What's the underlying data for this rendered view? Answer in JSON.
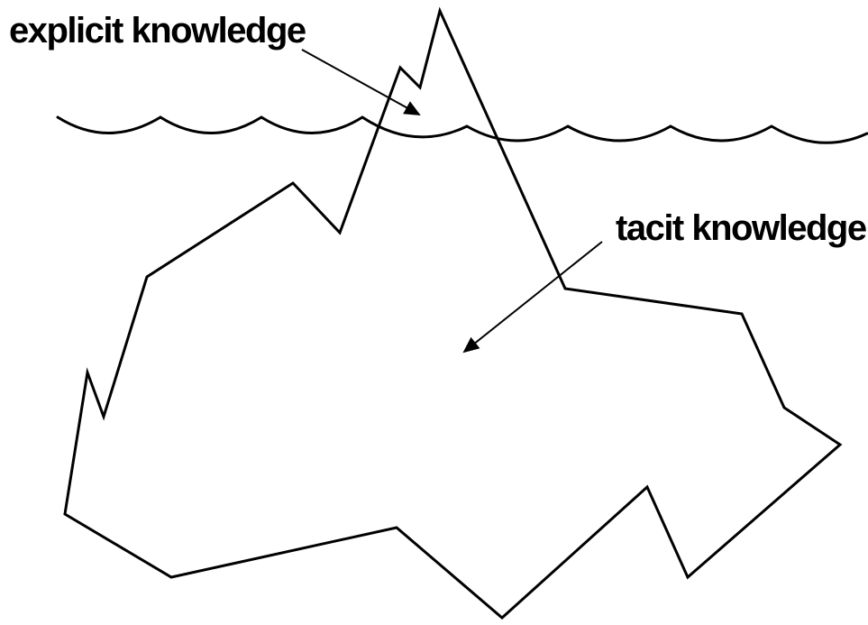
{
  "diagram": {
    "labels": {
      "explicit": "explicit knowledge",
      "tacit": "tacit knowledge"
    },
    "elements": {
      "water_line": "wave-line",
      "iceberg": "iceberg-outline",
      "arrows": [
        "arrow-to-tip",
        "arrow-to-body"
      ]
    },
    "colors": {
      "stroke": "#000000",
      "background": "#ffffff"
    }
  }
}
